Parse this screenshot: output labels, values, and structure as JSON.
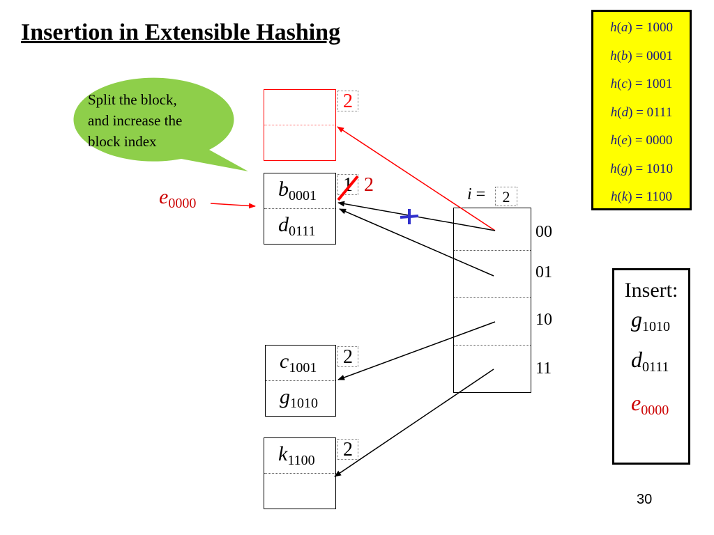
{
  "title": "Insertion in Extensible Hashing",
  "callout": {
    "lines": [
      "Split the block,",
      "and increase the",
      "block index"
    ],
    "fill_color": "#8ecf4a"
  },
  "hash_table": {
    "background": "#ffff00",
    "rows": [
      {
        "key": "a",
        "value": "1000"
      },
      {
        "key": "b",
        "value": "0001"
      },
      {
        "key": "c",
        "value": "1001"
      },
      {
        "key": "d",
        "value": "0111"
      },
      {
        "key": "e",
        "value": "0000"
      },
      {
        "key": "g",
        "value": "1010"
      },
      {
        "key": "k",
        "value": "1100"
      }
    ]
  },
  "incoming": {
    "key": "e",
    "hash": "0000",
    "color": "#cc0000"
  },
  "blocks": {
    "new_block": {
      "depth": "2",
      "color": "#ff0000",
      "entries": []
    },
    "block_bd": {
      "depth_old": "1",
      "depth_new": "2",
      "entries": [
        {
          "key": "b",
          "hash": "0001"
        },
        {
          "key": "d",
          "hash": "0111"
        }
      ]
    },
    "block_cg": {
      "depth": "2",
      "entries": [
        {
          "key": "c",
          "hash": "1001"
        },
        {
          "key": "g",
          "hash": "1010"
        }
      ]
    },
    "block_k": {
      "depth": "2",
      "entries": [
        {
          "key": "k",
          "hash": "1100"
        }
      ]
    }
  },
  "directory": {
    "i_label": "i =",
    "i_value": "2",
    "slots": [
      "00",
      "01",
      "10",
      "11"
    ]
  },
  "insert_panel": {
    "heading": "Insert:",
    "items": [
      {
        "key": "g",
        "hash": "1010",
        "color": "#000000"
      },
      {
        "key": "d",
        "hash": "0111",
        "color": "#000000"
      },
      {
        "key": "e",
        "hash": "0000",
        "color": "#cc0000"
      }
    ]
  },
  "page_number": "30"
}
